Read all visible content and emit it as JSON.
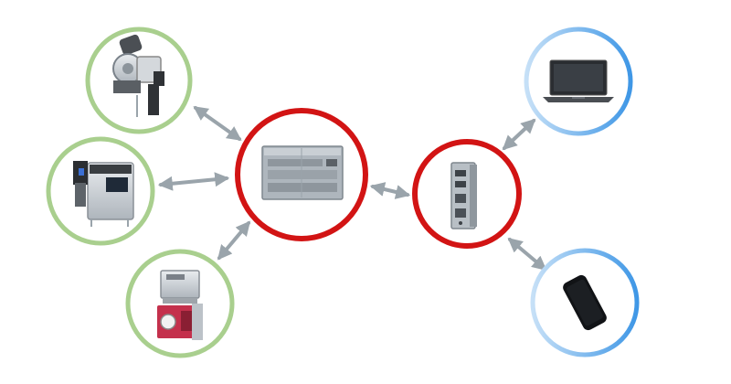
{
  "colors": {
    "background": "#ffffff",
    "green_ring": "#a9cf8e",
    "red_ring": "#d21414",
    "blue_ring_outer": "#3f97e6",
    "blue_ring_inner": "#b9d9f4",
    "arrow": "#9aa4ab"
  },
  "nodes": [
    {
      "id": "print-head",
      "ring": "green",
      "icon": "print-head-icon"
    },
    {
      "id": "inkjet-printer",
      "ring": "green",
      "icon": "inkjet-printer-icon"
    },
    {
      "id": "labeler",
      "ring": "green",
      "icon": "label-applicator-icon"
    },
    {
      "id": "plc",
      "ring": "red",
      "icon": "plc-controller-icon"
    },
    {
      "id": "gateway",
      "ring": "red",
      "icon": "industrial-gateway-icon"
    },
    {
      "id": "laptop",
      "ring": "blue",
      "icon": "laptop-icon"
    },
    {
      "id": "smartphone",
      "ring": "blue",
      "icon": "smartphone-icon"
    }
  ],
  "connections": [
    {
      "from": "print-head",
      "to": "plc",
      "bidirectional": true
    },
    {
      "from": "inkjet-printer",
      "to": "plc",
      "bidirectional": true
    },
    {
      "from": "labeler",
      "to": "plc",
      "bidirectional": true
    },
    {
      "from": "plc",
      "to": "gateway",
      "bidirectional": true
    },
    {
      "from": "gateway",
      "to": "laptop",
      "bidirectional": true
    },
    {
      "from": "gateway",
      "to": "smartphone",
      "bidirectional": true
    }
  ]
}
